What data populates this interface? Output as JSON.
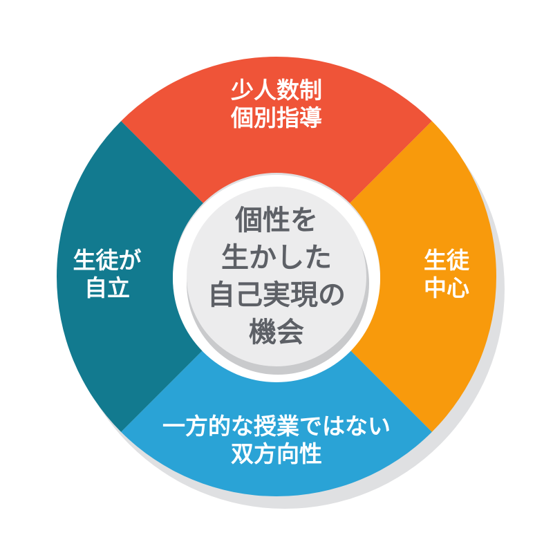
{
  "center": {
    "lines": [
      "個性を",
      "生かした",
      "自己実現の",
      "機会"
    ]
  },
  "segments": [
    {
      "id": "top",
      "color": "#ef5438",
      "lines": [
        "少人数制",
        "個別指導"
      ]
    },
    {
      "id": "right",
      "color": "#f89a0c",
      "lines": [
        "生徒",
        "中心"
      ]
    },
    {
      "id": "bottom",
      "color": "#2aa3d6",
      "lines": [
        "一方的な授業ではない",
        "双方向性"
      ]
    },
    {
      "id": "left",
      "color": "#127a8f",
      "lines": [
        "生徒が",
        "自立"
      ]
    }
  ],
  "colors": {
    "shadow": "#d2d3d5",
    "center_fill": "#ececed",
    "center_ring": "#ffffff",
    "center_text": "#5d6066"
  }
}
